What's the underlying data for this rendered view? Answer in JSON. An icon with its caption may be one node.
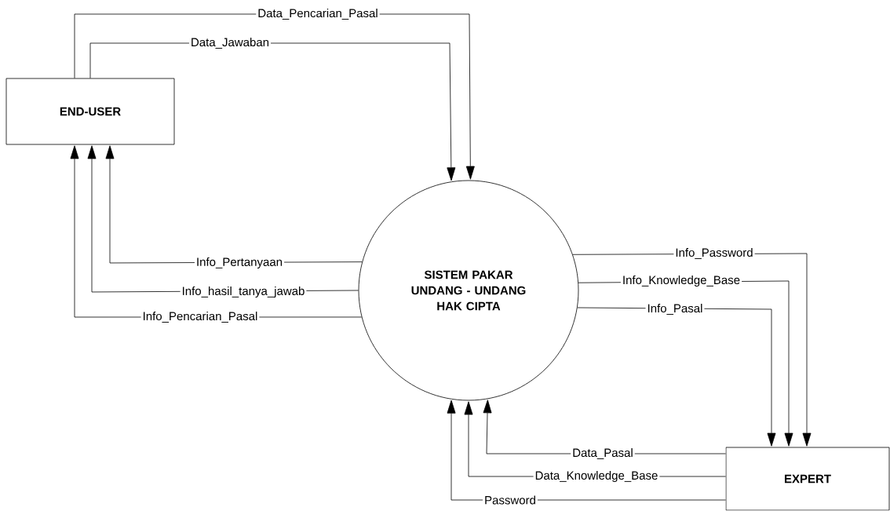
{
  "diagram": {
    "nodes": [
      {
        "text": [
          "END-USER"
        ]
      },
      {
        "text": [
          "SISTEM PAKAR UNDANG - UNDANG HAK CIPTA"
        ]
      },
      {
        "text": [
          "EXPERT"
        ]
      }
    ],
    "edges": [
      {
        "from": 0,
        "to": 1,
        "arrow": "to",
        "label": "Data_Pencarian_Pasal"
      },
      {
        "from": 0,
        "to": 1,
        "arrow": "to",
        "label": "Data_Jawaban"
      },
      {
        "from": 1,
        "to": 0,
        "arrow": "to",
        "label": "Info_Pertanyaan"
      },
      {
        "from": 1,
        "to": 0,
        "arrow": "to",
        "label": "Info_hasil_tanya_jawab"
      },
      {
        "from": 1,
        "to": 0,
        "arrow": "to",
        "label": "Info_Pencarian_Pasal"
      },
      {
        "from": 1,
        "to": 2,
        "arrow": "to",
        "label": "Info_Password"
      },
      {
        "from": 1,
        "to": 2,
        "arrow": "to",
        "label": "Info_Knowledge_Base"
      },
      {
        "from": 1,
        "to": 2,
        "arrow": "to",
        "label": "Info_Pasal"
      },
      {
        "from": 2,
        "to": 1,
        "arrow": "to",
        "label": "Data_Pasal"
      },
      {
        "from": 2,
        "to": 1,
        "arrow": "to",
        "label": "Data_Knowledge_Base"
      },
      {
        "from": 2,
        "to": 1,
        "arrow": "to",
        "label": "Password"
      }
    ]
  }
}
